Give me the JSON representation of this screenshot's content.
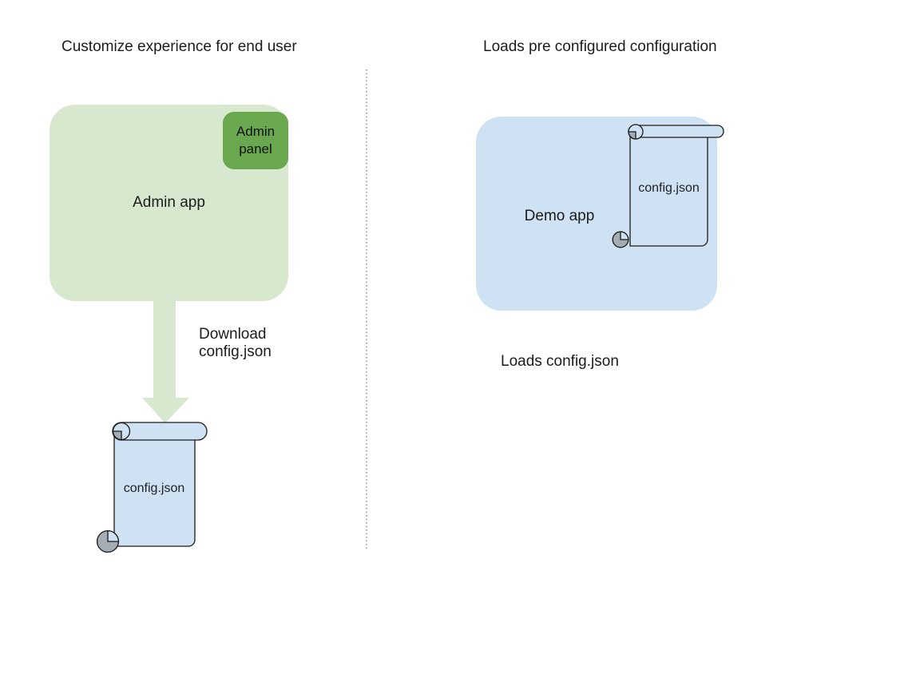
{
  "colors": {
    "app_green": "#d8e8ce",
    "panel_green": "#6aa84f",
    "app_blue": "#cfe2f3",
    "scroll_blue": "#cfe2f3",
    "curl_gray": "#a4adb4",
    "outline": "#1a1a1a",
    "divider_gray": "#8c8c8c",
    "text": "#1c1c1c"
  },
  "left": {
    "title": "Customize experience for end user",
    "app_label": "Admin app",
    "panel_label": "Admin panel",
    "download_label": "Download\nconfig.json",
    "scroll_label": "config.json"
  },
  "right": {
    "title": "Loads pre configured configuration",
    "app_label": "Demo app",
    "scroll_label": "config.json",
    "caption": "Loads config.json"
  }
}
